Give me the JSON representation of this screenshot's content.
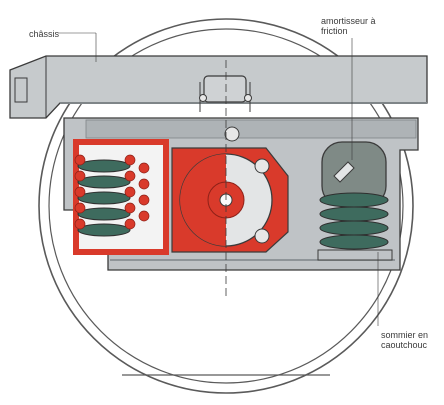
{
  "labels": {
    "chassis": "châssis",
    "amortisseur": "amortisseur à\nfriction",
    "sommier": "sommier en\ncaoutchouc"
  },
  "colors": {
    "frame_fill": "#bfc3c6",
    "frame_dark": "#7f8588",
    "outline": "#3b3b3b",
    "red": "#d93a2b",
    "spring_green": "#3e6b5e",
    "wheel_outline": "#5a5a5a"
  }
}
